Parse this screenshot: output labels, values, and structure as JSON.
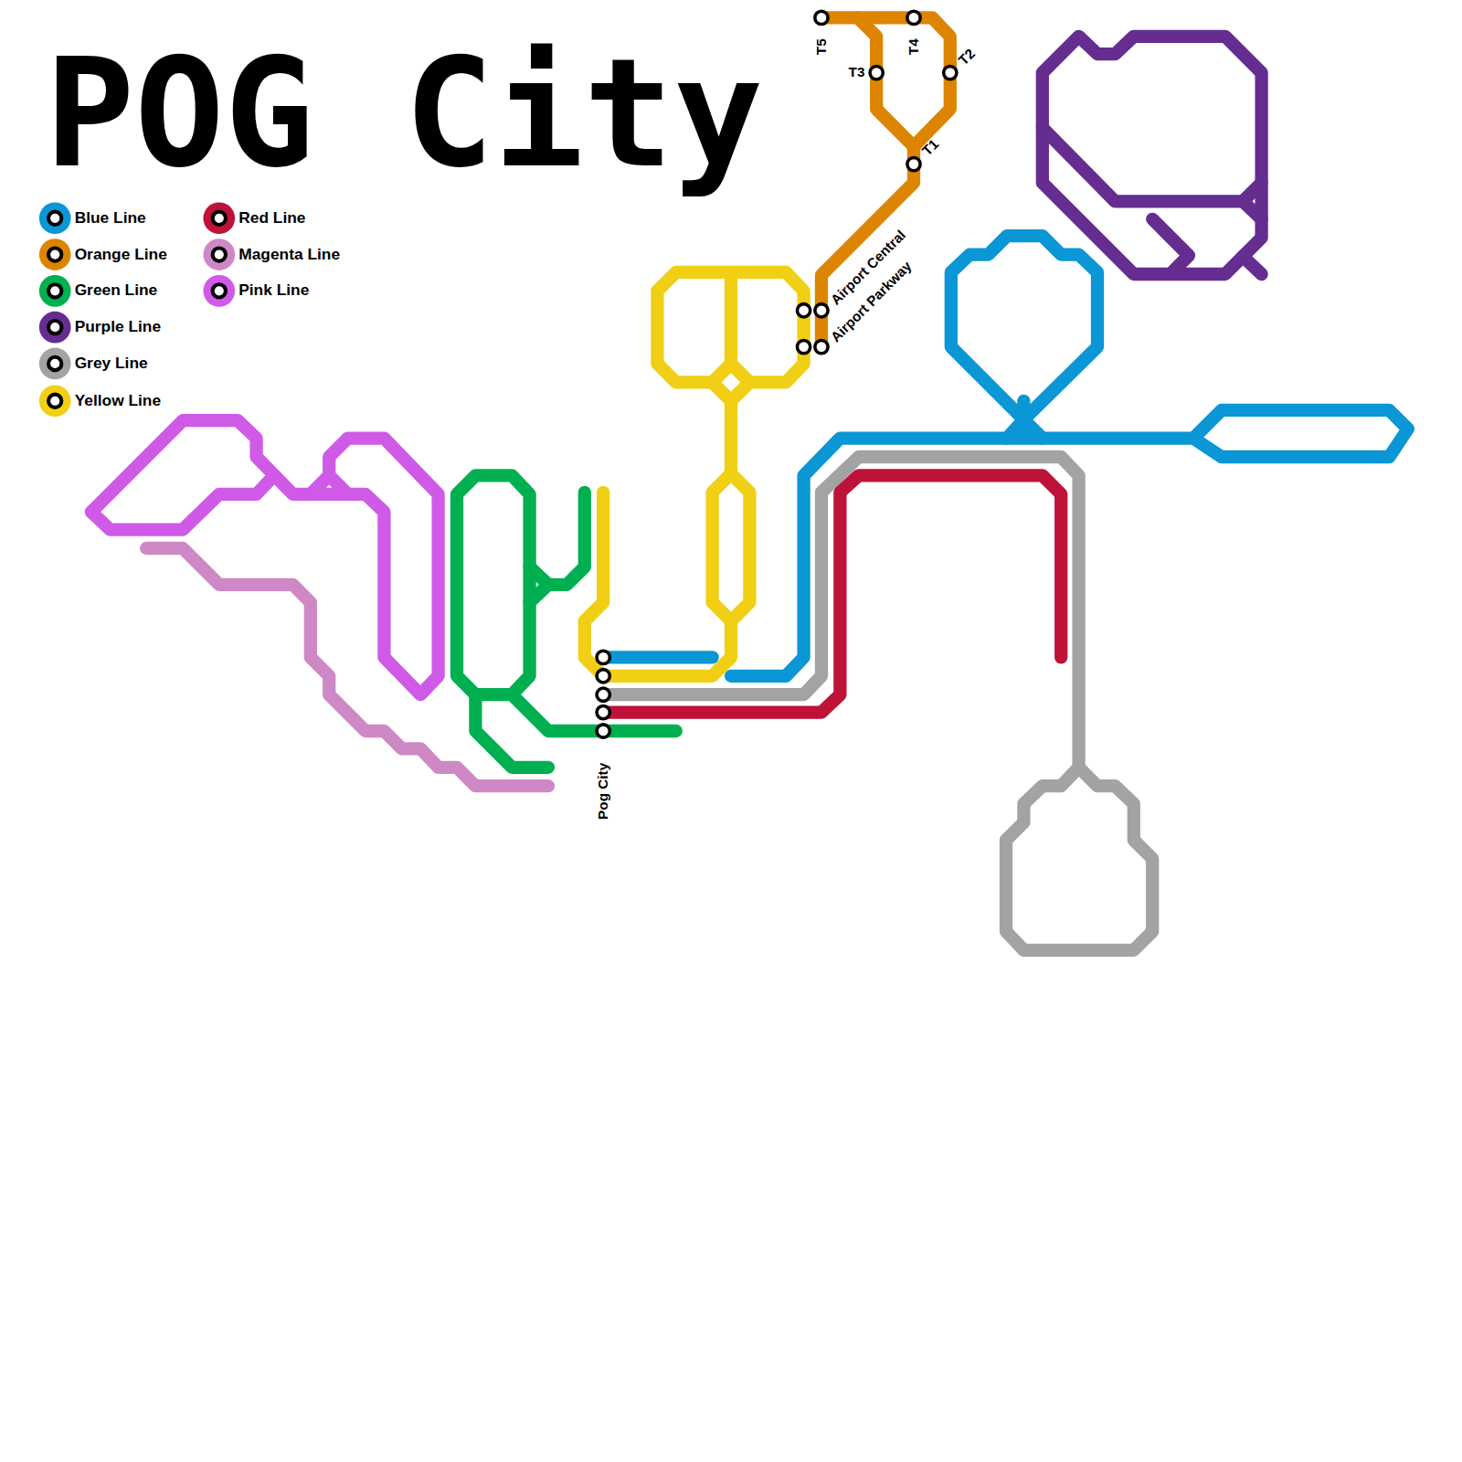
{
  "diagram": {
    "title": "POG City",
    "labels": [
      "T5",
      "T4",
      "T3",
      "T2",
      "T1",
      "Airport Central",
      "Airport Parkway",
      "Pog City"
    ],
    "legend": [
      {
        "text": "Blue Line",
        "color": "#0b96d6"
      },
      {
        "text": "Orange Line",
        "color": "#dd8500"
      },
      {
        "text": "Green Line",
        "color": "#00b050"
      },
      {
        "text": "Purple Line",
        "color": "#662d91"
      },
      {
        "text": "Grey Line",
        "color": "#a3a3a3"
      },
      {
        "text": "Yellow Line",
        "color": "#f0cf15"
      },
      {
        "text": "Red Line",
        "color": "#be1238"
      },
      {
        "text": "Magenta Line",
        "color": "#cf88c6"
      },
      {
        "text": "Pink Line",
        "color": "#d05ae8"
      }
    ]
  }
}
